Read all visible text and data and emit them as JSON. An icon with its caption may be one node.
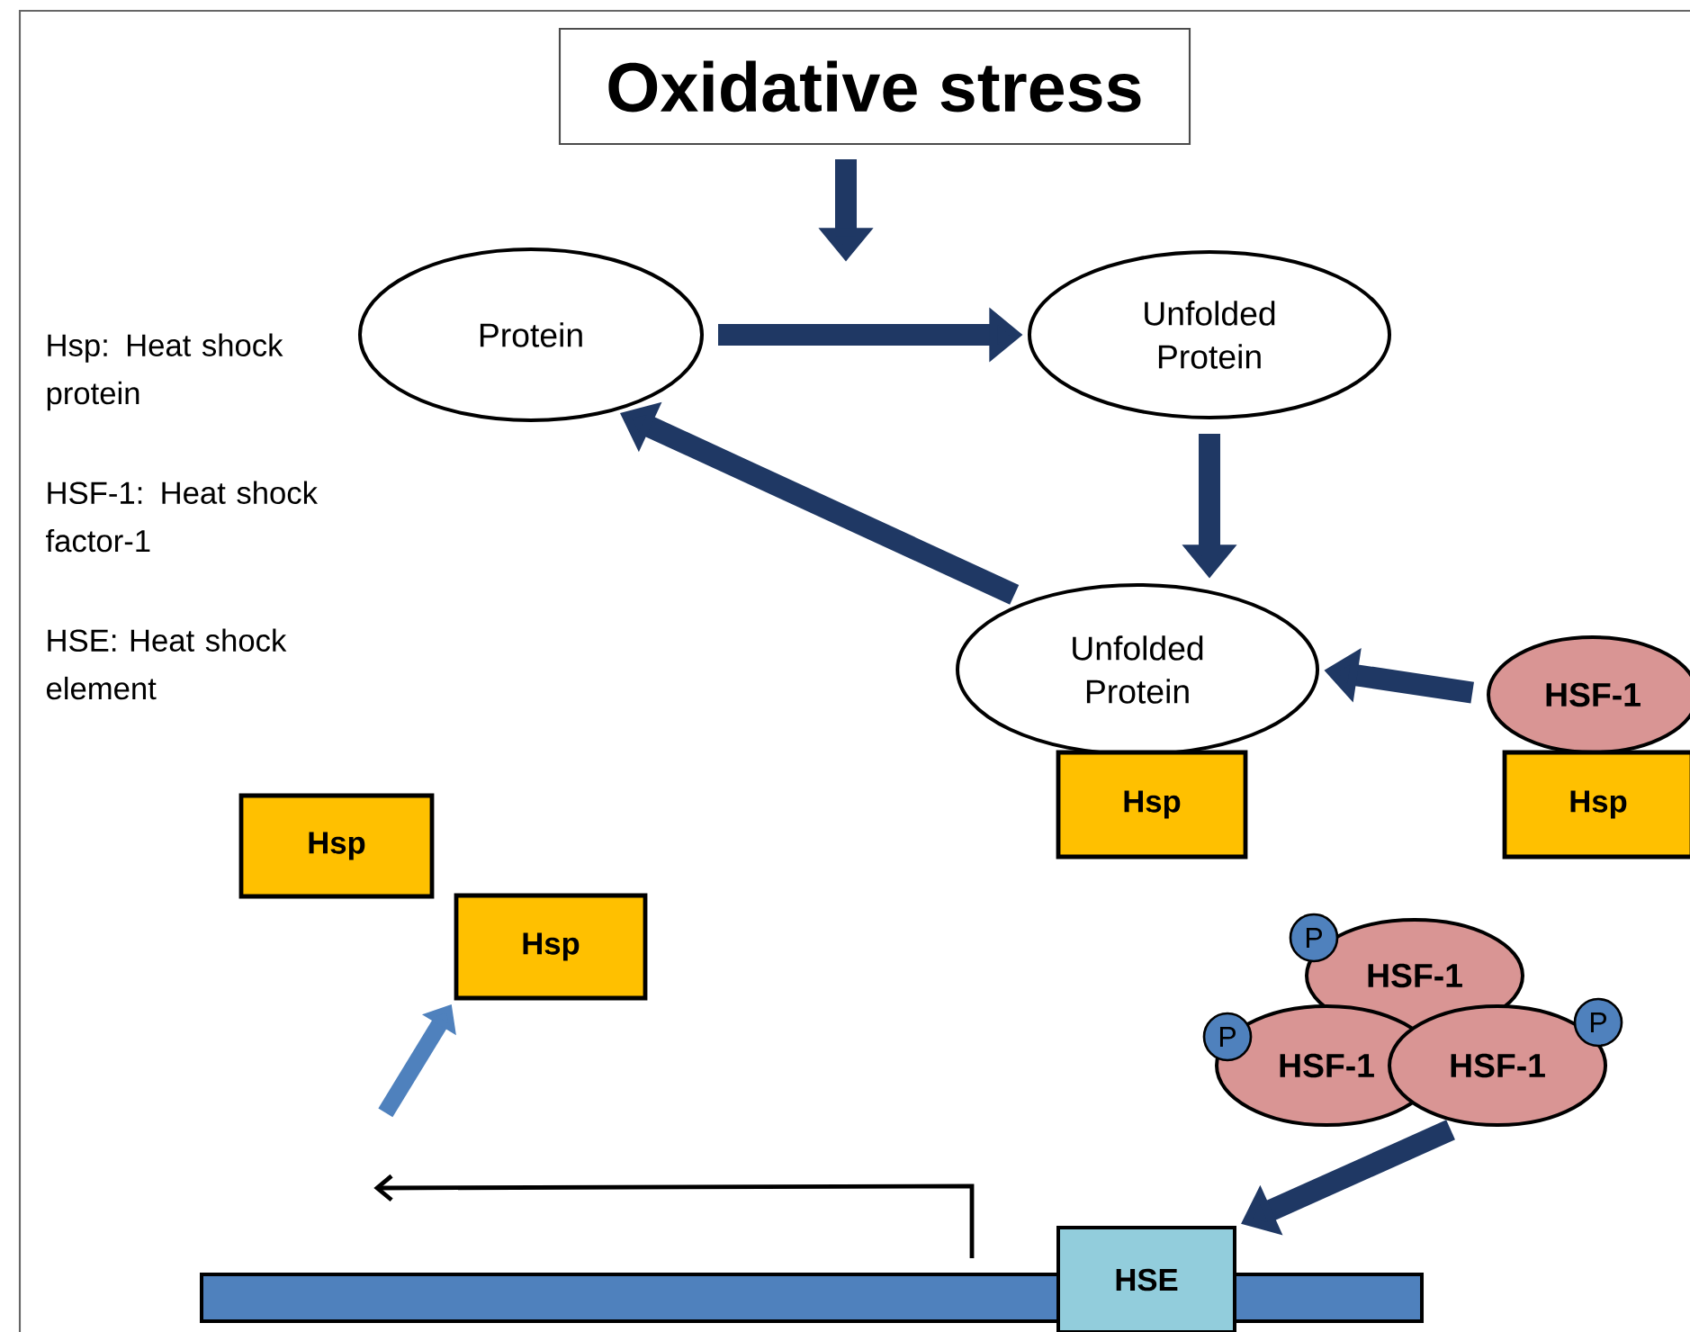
{
  "diagram": {
    "nodes": [
      {
        "text": [
          "Oxidative stress"
        ]
      },
      {
        "text": [
          "Protein"
        ]
      },
      {
        "text": [
          "Unfolded Protein"
        ]
      },
      {
        "text": [
          "Unfolded Protein"
        ]
      },
      {
        "text": [
          "Hsp"
        ]
      },
      {
        "text": [
          "HSF-1"
        ]
      },
      {
        "text": [
          "Hsp"
        ]
      },
      {
        "text": [
          "HSF-1"
        ]
      },
      {
        "text": [
          "HSF-1"
        ]
      },
      {
        "text": [
          "HSF-1"
        ]
      },
      {
        "text": [
          "P"
        ]
      },
      {
        "text": [
          "P"
        ]
      },
      {
        "text": [
          "P"
        ]
      },
      {
        "text": [
          "Hsp"
        ]
      },
      {
        "text": [
          "Hsp"
        ]
      },
      {
        "text": [],
        "shape": "bar"
      },
      {
        "text": [
          "HSE"
        ]
      }
    ],
    "edges": [
      {
        "from": 0,
        "to": null,
        "arrow": "to"
      },
      {
        "from": 1,
        "to": 2,
        "arrow": "to"
      },
      {
        "from": 2,
        "to": 3,
        "arrow": "to"
      },
      {
        "from": 3,
        "to": 1,
        "arrow": "to"
      },
      {
        "from": 5,
        "to": 3,
        "arrow": "to"
      },
      {
        "from": 9,
        "to": 16,
        "arrow": "to"
      },
      {
        "from": 15,
        "to": null,
        "arrow": "to",
        "color": "#000000"
      },
      {
        "from": null,
        "to": 14,
        "arrow": "to",
        "color": "#4f81bd"
      }
    ],
    "labels": [
      "Hsp: Heat shock protein",
      "HSF-1: Heat shock factor-1",
      "HSE: Heat shock element"
    ]
  }
}
